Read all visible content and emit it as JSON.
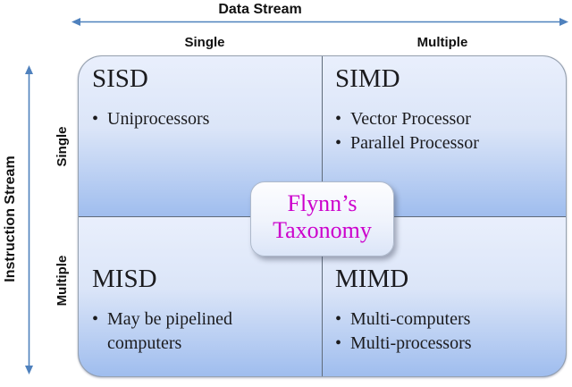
{
  "axes": {
    "data_stream": "Data Stream",
    "instruction_stream": "Instruction Stream"
  },
  "column_headers": {
    "single": "Single",
    "multiple": "Multiple"
  },
  "row_headers": {
    "single": "Single",
    "multiple": "Multiple"
  },
  "center_box": {
    "line1": "Flynn’s",
    "line2": "Taxonomy"
  },
  "quadrants": {
    "sisd": {
      "title": "SISD",
      "bullets": [
        "Uniprocessors"
      ]
    },
    "simd": {
      "title": "SIMD",
      "bullets": [
        "Vector Processor",
        "Parallel Processor"
      ]
    },
    "misd": {
      "title": "MISD",
      "bullets": [
        "May be pipelined computers"
      ]
    },
    "mimd": {
      "title": "MIMD",
      "bullets": [
        "Multi-computers",
        "Multi-processors"
      ]
    }
  },
  "colors": {
    "arrow": "#4f81bd",
    "center_text": "#cc00cc",
    "cell_gradient_top": "#e9effc",
    "cell_gradient_bottom": "#9fbdee",
    "divider": "#5f6b7a",
    "text": "#1b1b1e"
  }
}
